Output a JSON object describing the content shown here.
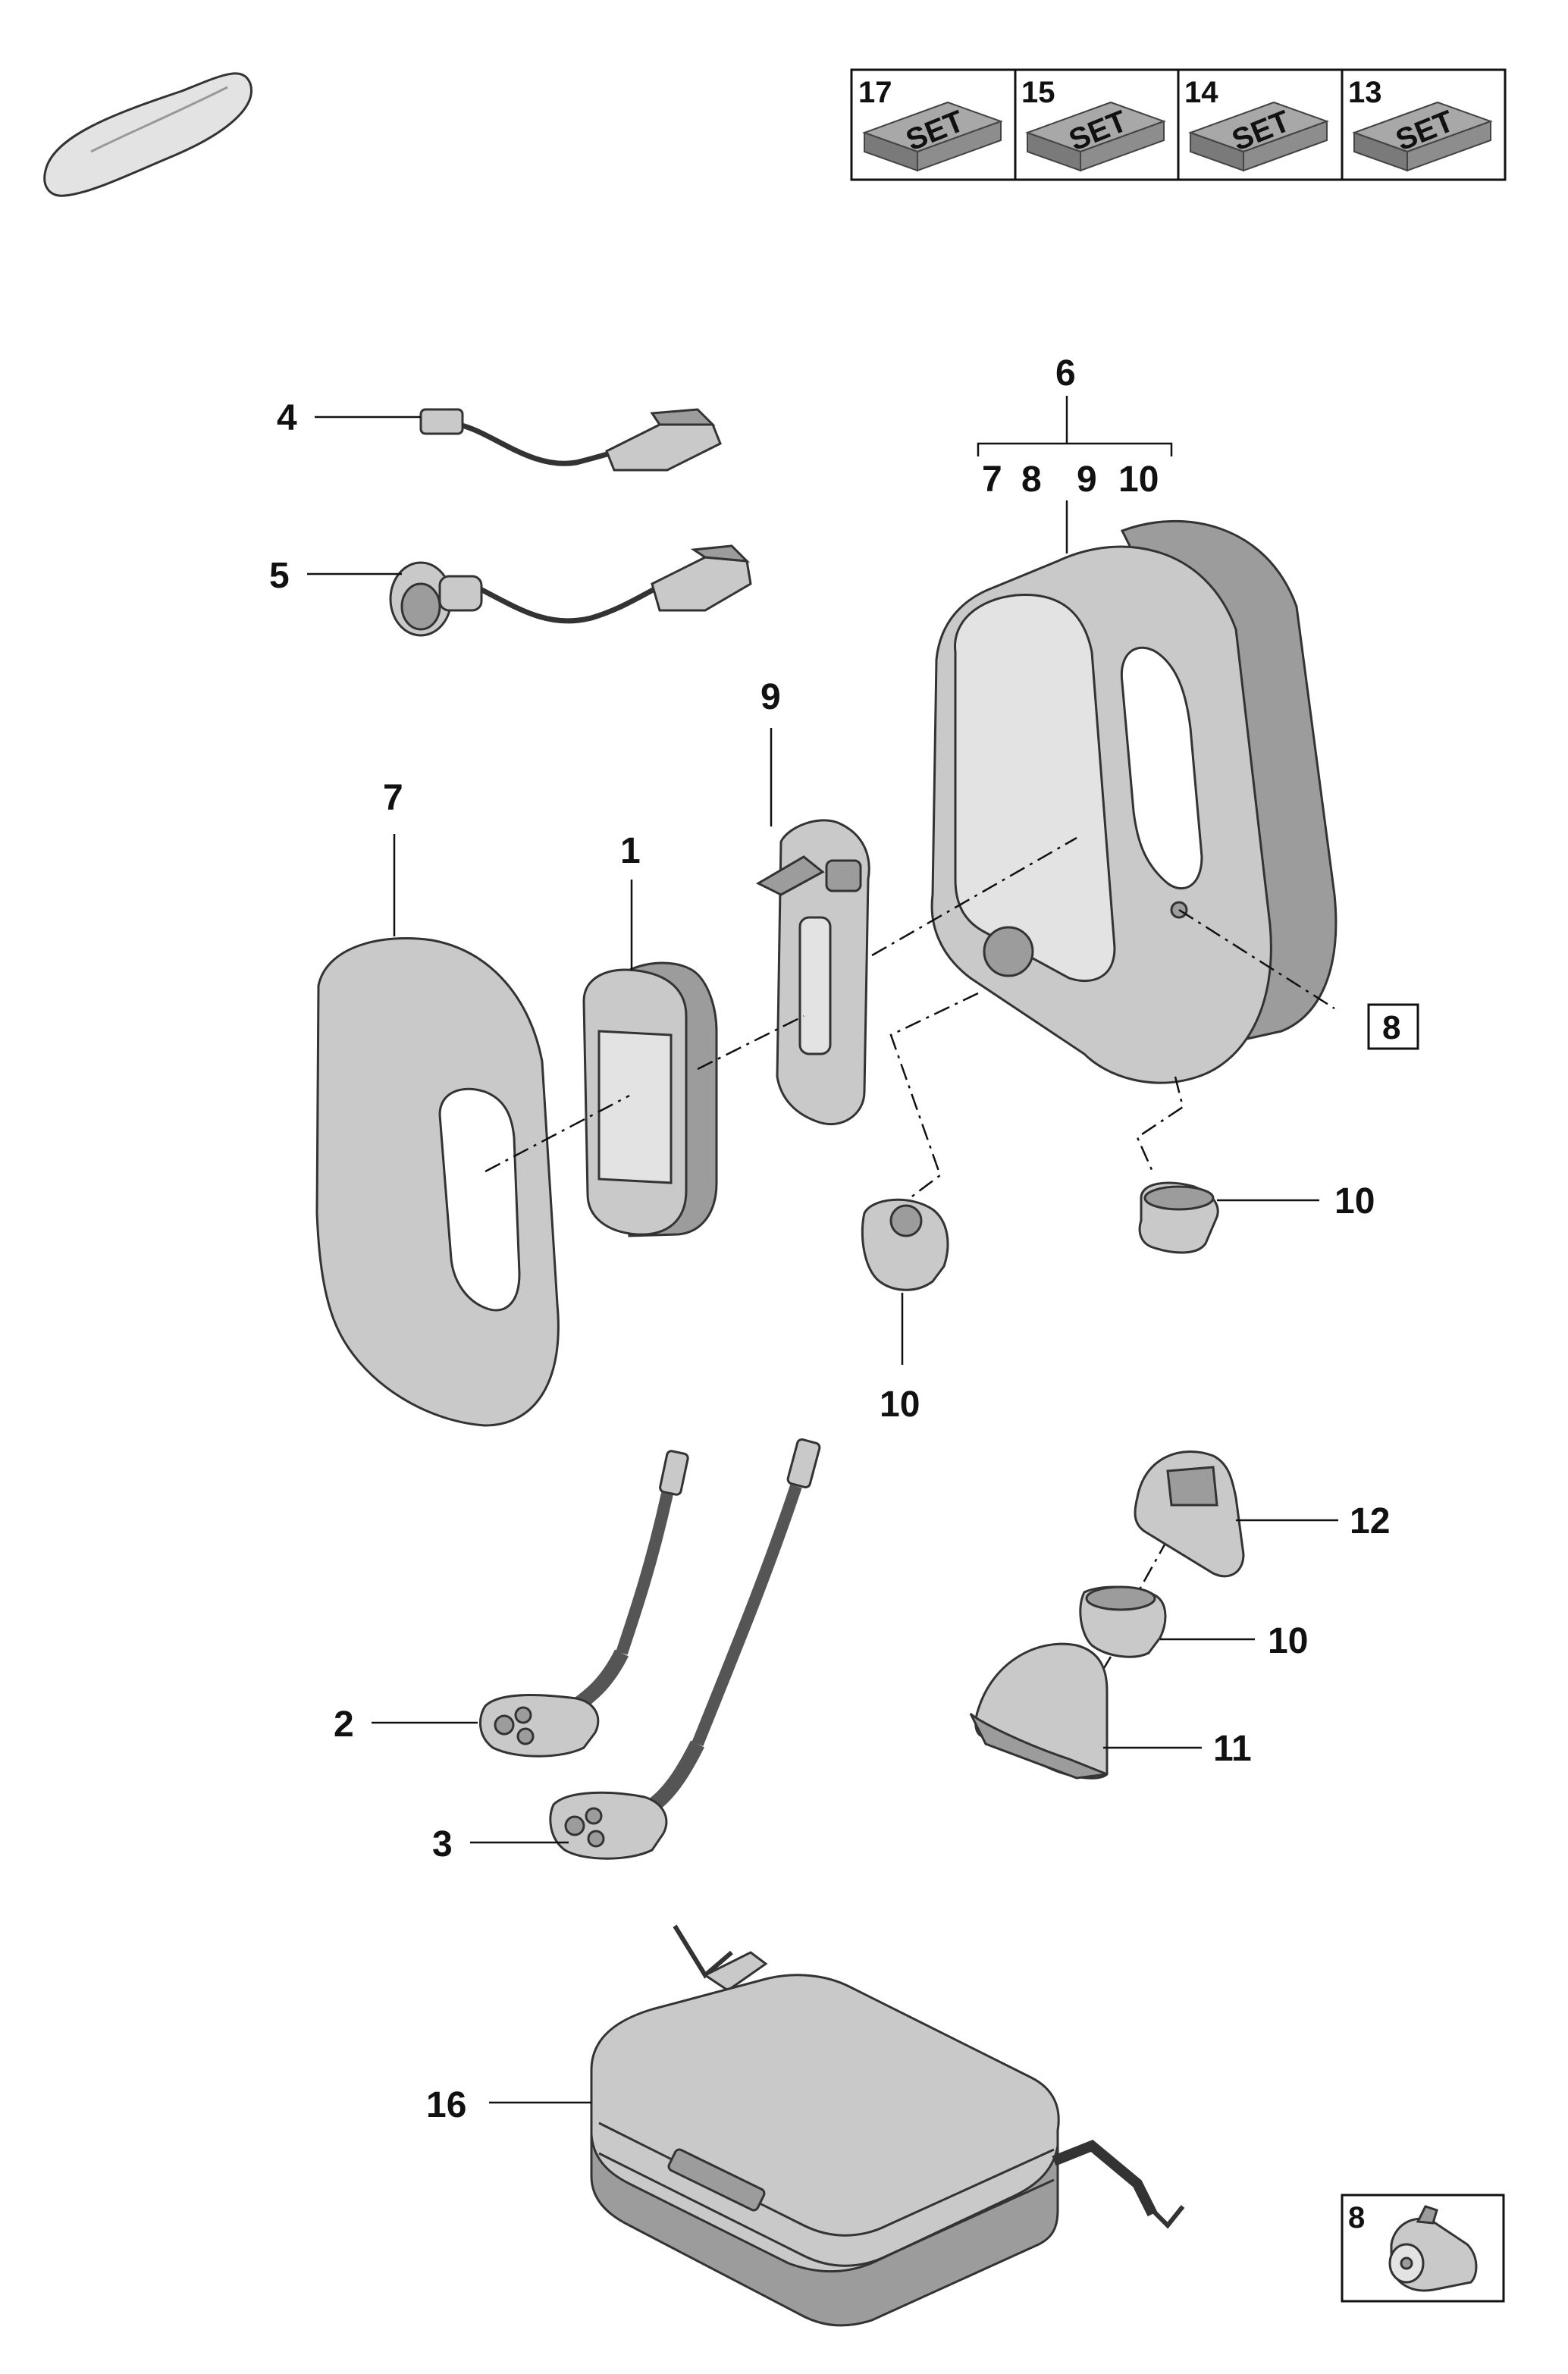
{
  "set_boxes": [
    {
      "number": "17",
      "text": "SET"
    },
    {
      "number": "15",
      "text": "SET"
    },
    {
      "number": "14",
      "text": "SET"
    },
    {
      "number": "13",
      "text": "SET"
    }
  ],
  "callouts": {
    "c1": "1",
    "c2": "2",
    "c3": "3",
    "c4": "4",
    "c5": "5",
    "c6": "6",
    "c7": "7",
    "c9": "9",
    "c10a": "10",
    "c10b": "10",
    "c10c": "10",
    "c11": "11",
    "c12": "12",
    "c16": "16"
  },
  "group6_subparts": [
    "7",
    "8",
    "9",
    "10"
  ],
  "boxed_ref": "8",
  "detail_box_label": "8",
  "colors": {
    "part_fill": "#c9c9c9",
    "outline": "#333333",
    "label": "#111111"
  }
}
